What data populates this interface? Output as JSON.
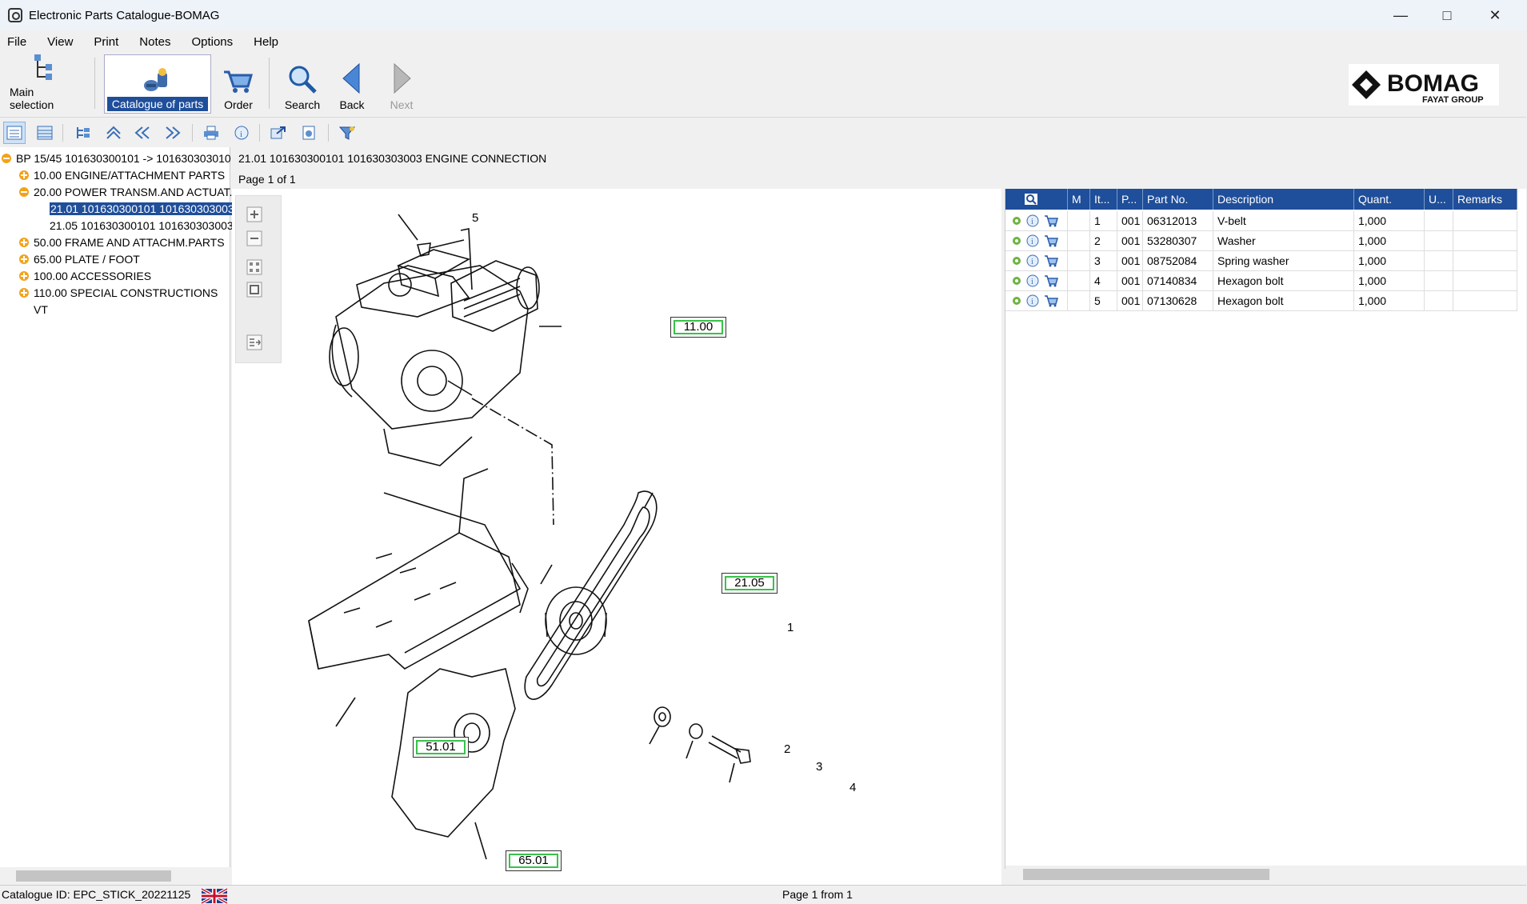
{
  "window": {
    "title": "Electronic Parts Catalogue-BOMAG",
    "controls": [
      "—",
      "□",
      "✕"
    ]
  },
  "menu": [
    "File",
    "View",
    "Print",
    "Notes",
    "Options",
    "Help"
  ],
  "toolbar": {
    "main_selection": "Main selection",
    "catalogue": "Catalogue of parts",
    "order": "Order",
    "search": "Search",
    "back": "Back",
    "next": "Next"
  },
  "logo": {
    "brand": "BOMAG",
    "group": "FAYAT GROUP"
  },
  "tree": {
    "root": "BP 15/45 101630300101  ->  101630303010",
    "nodes": [
      "10.00 ENGINE/ATTACHMENT PARTS",
      "20.00 POWER TRANSM.AND ACTUAT.",
      "21.01 101630300101 101630303003",
      "21.05 101630300101 101630303003",
      "50.00 FRAME AND ATTACHM.PARTS",
      "65.00 PLATE / FOOT",
      "100.00 ACCESSORIES",
      "110.00 SPECIAL CONSTRUCTIONS",
      "VT"
    ]
  },
  "drawing": {
    "heading": "21.01 101630300101 101630303003 ENGINE CONNECTION",
    "page": "Page 1 of 1",
    "callouts": [
      "11.00",
      "21.05",
      "51.01",
      "65.01"
    ],
    "item_numbers": [
      "1",
      "2",
      "3",
      "4",
      "5"
    ]
  },
  "parts_table": {
    "columns": [
      "",
      "M",
      "It...",
      "P...",
      "Part No.",
      "Description",
      "Quant.",
      "U...",
      "Remarks"
    ],
    "rows": [
      {
        "item": "1",
        "pos": "001",
        "part_no": "06312013",
        "description": "V-belt",
        "quantity": "1,000"
      },
      {
        "item": "2",
        "pos": "001",
        "part_no": "53280307",
        "description": "Washer",
        "quantity": "1,000"
      },
      {
        "item": "3",
        "pos": "001",
        "part_no": "08752084",
        "description": "Spring washer",
        "quantity": "1,000"
      },
      {
        "item": "4",
        "pos": "001",
        "part_no": "07140834",
        "description": "Hexagon bolt",
        "quantity": "1,000"
      },
      {
        "item": "5",
        "pos": "001",
        "part_no": "07130628",
        "description": "Hexagon bolt",
        "quantity": "1,000"
      }
    ]
  },
  "status": {
    "catalogue_id": "Catalogue ID: EPC_STICK_20221125",
    "page": "Page 1 from 1"
  },
  "colors": {
    "accent": "#1f4e9a",
    "tree_bullet": "#f2a31b",
    "callout_border": "#39c24a"
  }
}
